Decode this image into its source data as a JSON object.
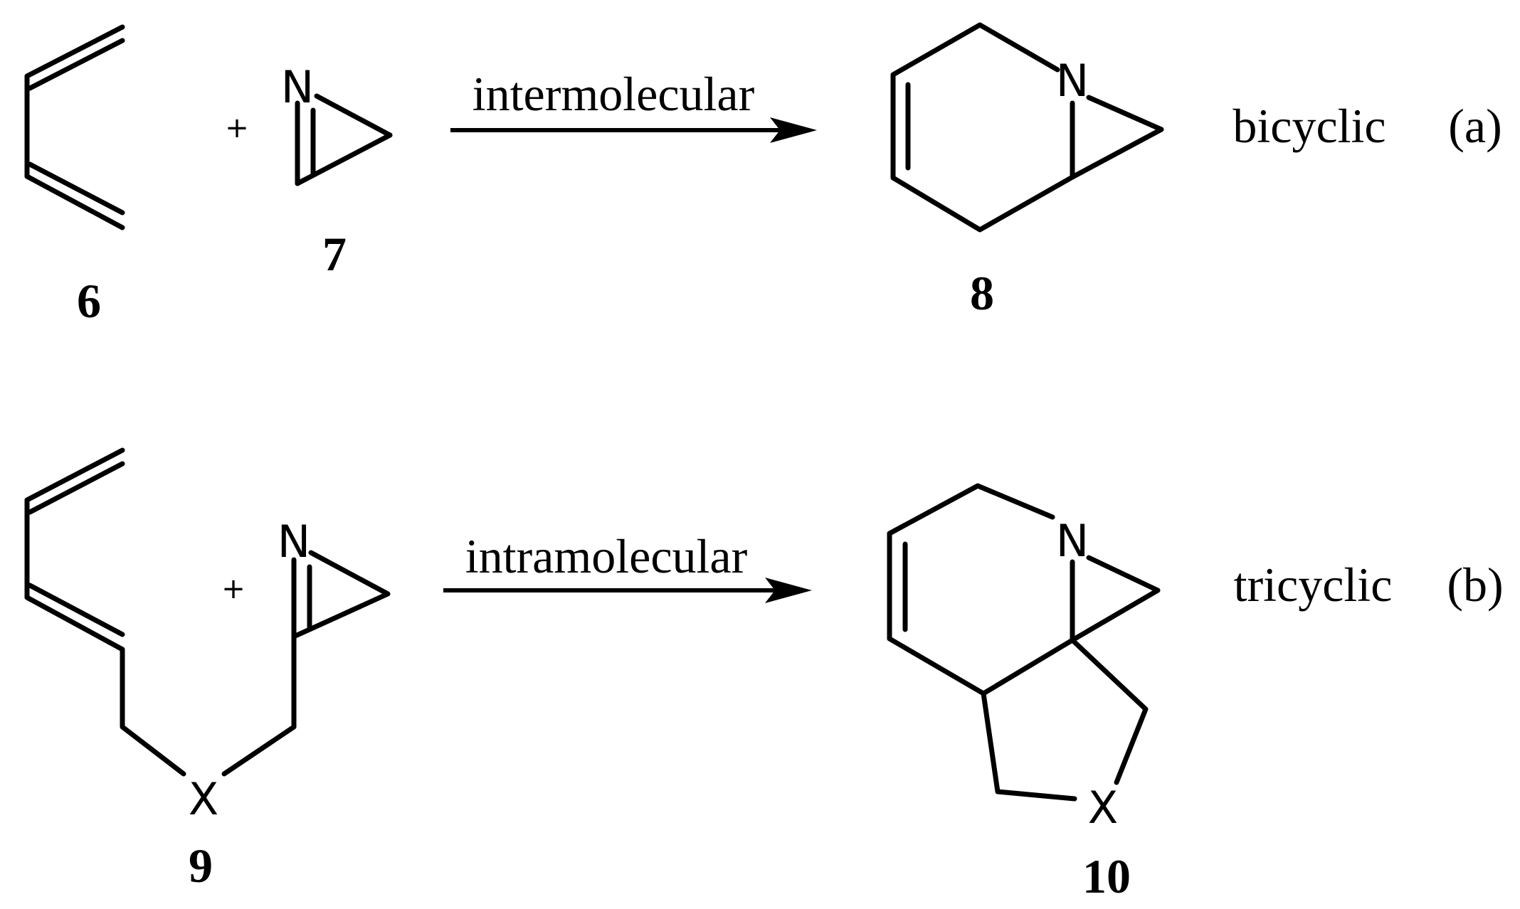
{
  "scheme_a": {
    "reactant_diene_label": "6",
    "plus": "+",
    "azirine_atom": "N",
    "azirine_label": "7",
    "arrow_label": "intermolecular",
    "product_atom": "N",
    "product_label": "8",
    "product_type": "bicyclic",
    "tag": "(a)"
  },
  "scheme_b": {
    "tether_atom": "X",
    "reactant_label": "9",
    "plus": "+",
    "azirine_atom": "N",
    "arrow_label": "intramolecular",
    "product_atom_n": "N",
    "product_atom_x": "X",
    "product_label": "10",
    "product_type": "tricyclic",
    "tag": "(b)"
  }
}
